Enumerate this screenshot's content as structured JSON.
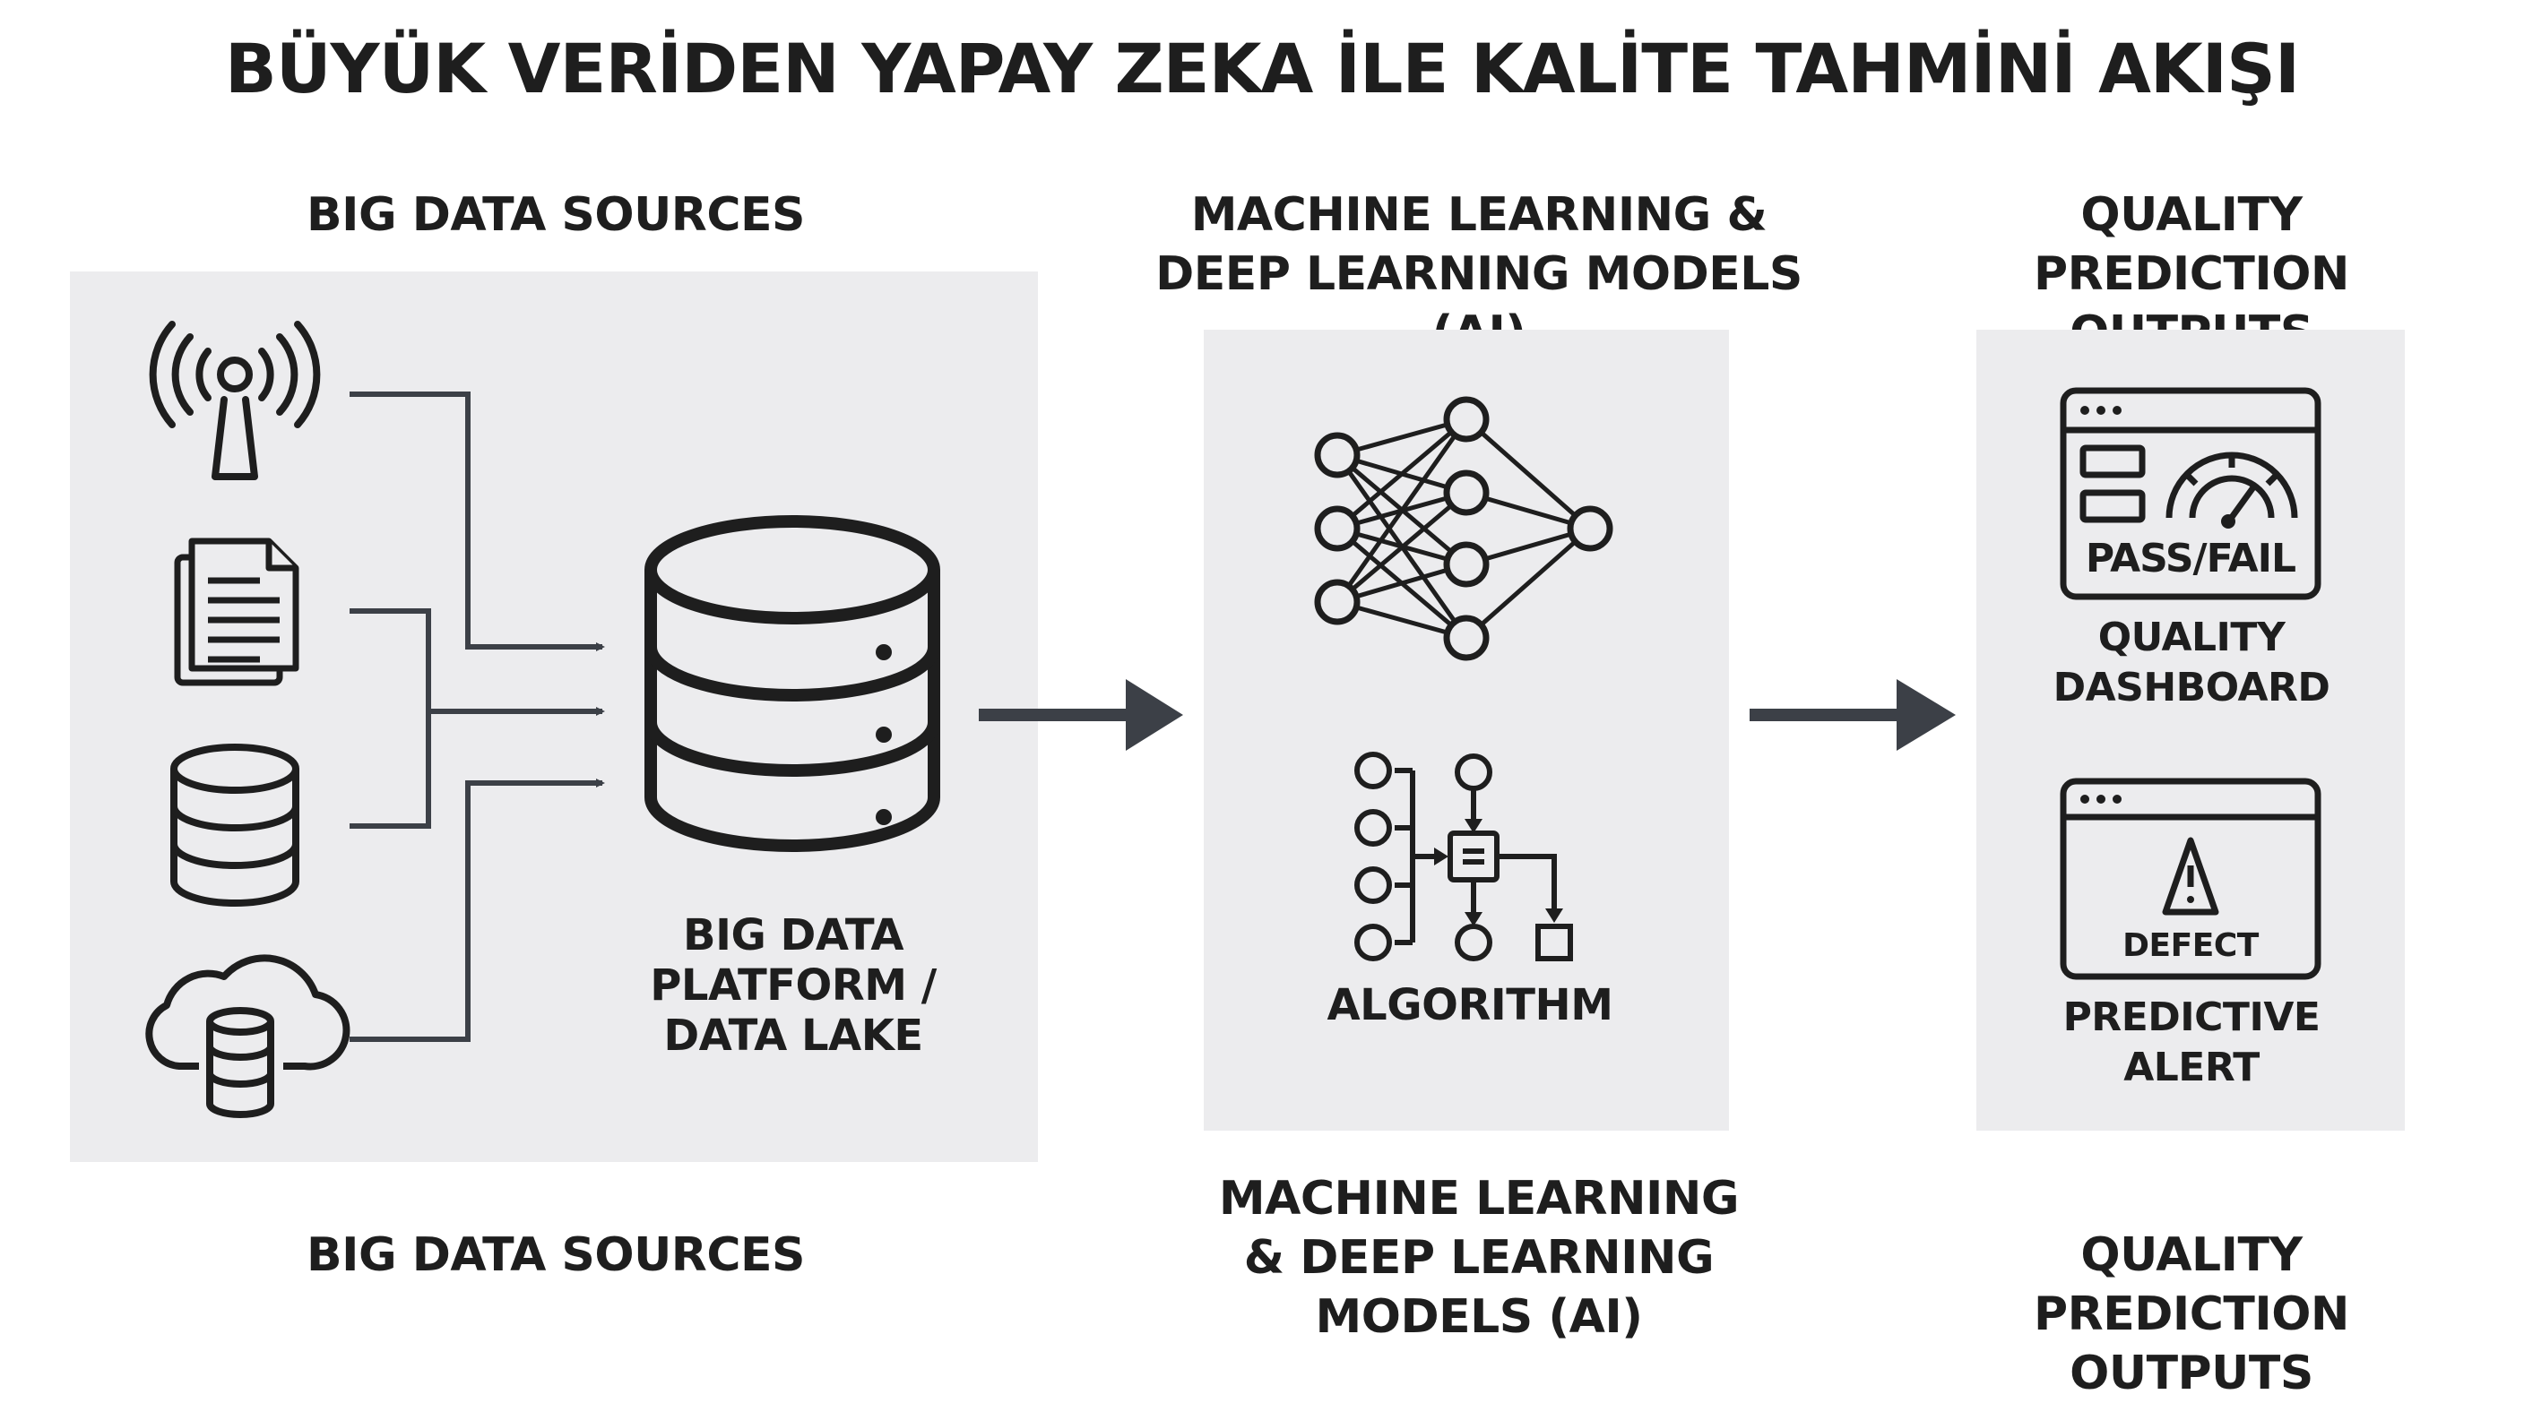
{
  "title": "BÜYÜK VERİDEN YAPAY ZEKA İLE KALİTE TAHMİNİ AKIŞI",
  "columns": {
    "sources": {
      "top_label": "BIG DATA SOURCES",
      "bottom_label": "BIG DATA SOURCES",
      "icons": [
        "antenna-signal-icon",
        "documents-icon",
        "database-icon",
        "cloud-database-icon"
      ],
      "platform_label": "BIG DATA\nPLATFORM /\nDATA LAKE"
    },
    "models": {
      "top_label": "MACHINE LEARNING &\nDEEP LEARNING MODELS (AI)",
      "bottom_label": "MACHINE LEARNING\n& DEEP LEARNING\nMODELS (AI)",
      "algorithm_label": "ALGORITHM"
    },
    "outputs": {
      "top_label": "QUALITY PREDICTION\nOUTPUTS",
      "bottom_label": "QUALITY PREDICTION\nOUTPUTS",
      "dashboard_screen_text": "PASS/FAIL",
      "dashboard_label": "QUALITY\nDASHBOARD",
      "alert_screen_text": "DEFECT",
      "alert_label": "PREDICTIVE\nALERT"
    }
  },
  "colors": {
    "panel": "#ececee",
    "ink": "#1e1e1e",
    "arrow": "#3c4047"
  }
}
